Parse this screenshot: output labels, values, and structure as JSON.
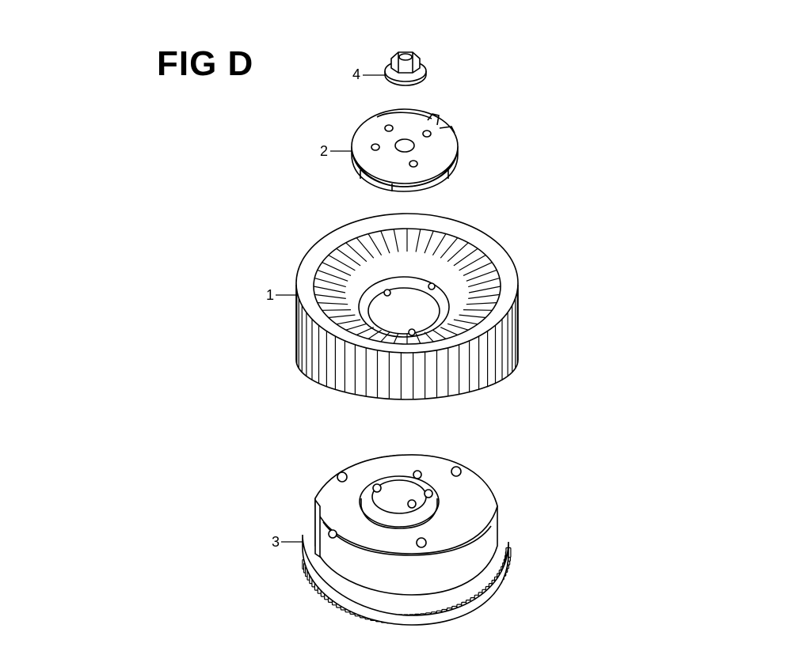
{
  "figure": {
    "title": "FIG D"
  },
  "callouts": [
    {
      "id": "1",
      "part": "flywheel-fan"
    },
    {
      "id": "2",
      "part": "starter-pulley"
    },
    {
      "id": "3",
      "part": "flywheel-ring-gear"
    },
    {
      "id": "4",
      "part": "flange-nut"
    }
  ],
  "colors": {
    "line": "#000000",
    "background": "#ffffff"
  }
}
